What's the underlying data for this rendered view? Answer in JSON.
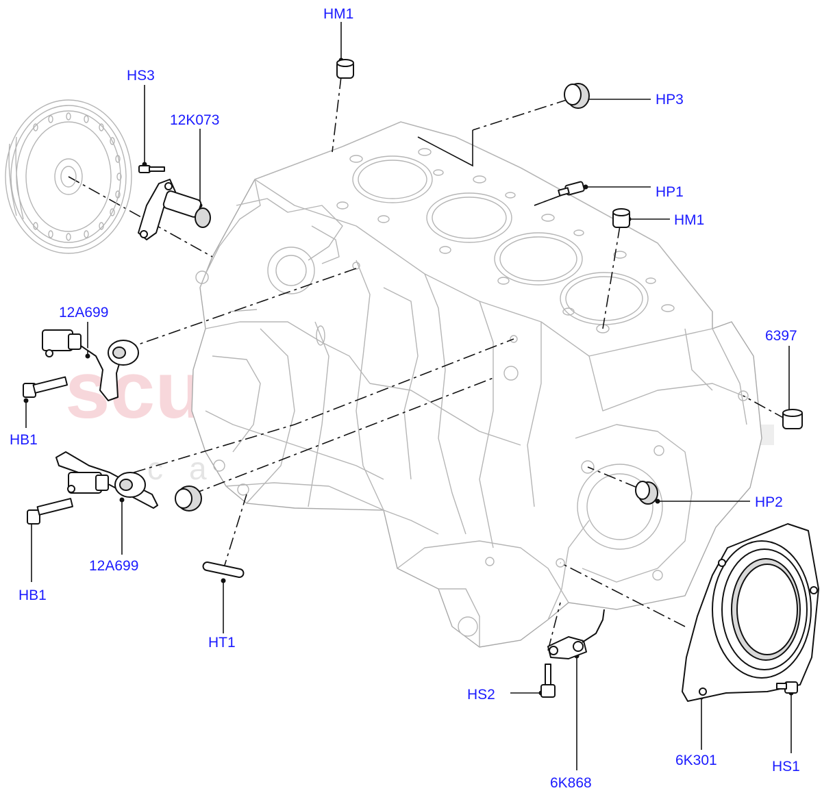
{
  "diagram": {
    "watermark": {
      "main": "scuderia",
      "sub": "car parts"
    },
    "callouts": [
      {
        "id": "hm1_top",
        "text": "HM1"
      },
      {
        "id": "hs3",
        "text": "HS3"
      },
      {
        "id": "12k073",
        "text": "12K073"
      },
      {
        "id": "hp3",
        "text": "HP3"
      },
      {
        "id": "hp1",
        "text": "HP1"
      },
      {
        "id": "hm1_right",
        "text": "HM1"
      },
      {
        "id": "12a699_top",
        "text": "12A699"
      },
      {
        "id": "6397",
        "text": "6397"
      },
      {
        "id": "hb1_top",
        "text": "HB1"
      },
      {
        "id": "hp2",
        "text": "HP2"
      },
      {
        "id": "12a699_bottom",
        "text": "12A699"
      },
      {
        "id": "hb1_bottom",
        "text": "HB1"
      },
      {
        "id": "ht1",
        "text": "HT1"
      },
      {
        "id": "hs2",
        "text": "HS2"
      },
      {
        "id": "6k301",
        "text": "6K301"
      },
      {
        "id": "hs1",
        "text": "HS1"
      },
      {
        "id": "6k868",
        "text": "6K868"
      }
    ]
  }
}
